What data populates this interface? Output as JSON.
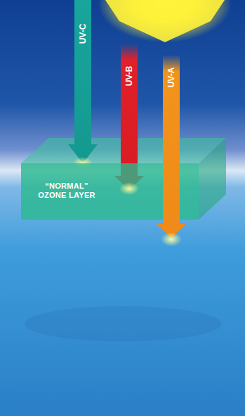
{
  "diagram": {
    "nodes": [
      {
        "text": [
          "“NORMAL” OZONE LAYER"
        ]
      }
    ],
    "labels": [
      "UV-C",
      "UV-B",
      "UV-A"
    ]
  }
}
